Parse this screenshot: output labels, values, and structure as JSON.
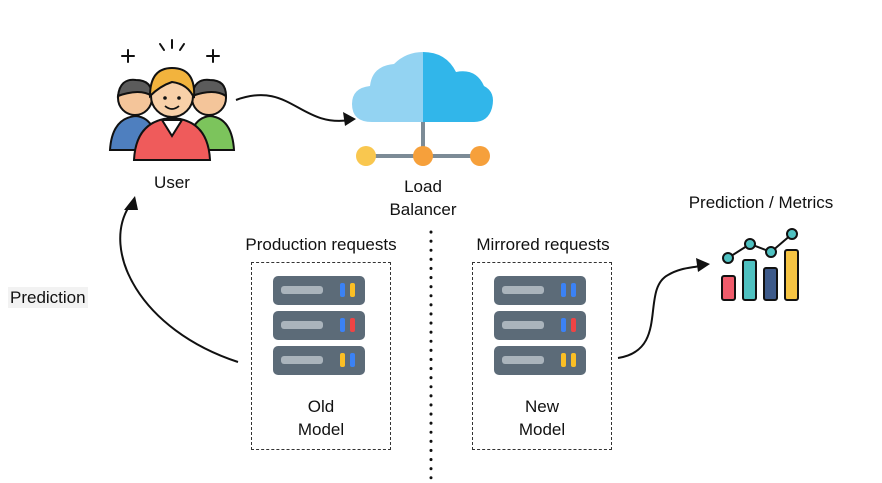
{
  "user": {
    "label": "User",
    "icon": "people-group-icon"
  },
  "load_balancer": {
    "label_line1": "Load",
    "label_line2": "Balancer",
    "icon": "cloud-network-icon"
  },
  "divider": {
    "style": "dotted"
  },
  "production": {
    "caption": "Production requests",
    "model_line1": "Old",
    "model_line2": "Model",
    "icon": "server-rack-icon"
  },
  "mirrored": {
    "caption": "Mirrored requests",
    "model_line1": "New",
    "model_line2": "Model",
    "icon": "server-rack-icon"
  },
  "metrics": {
    "label": "Prediction / Metrics",
    "icon": "bar-line-chart-icon"
  },
  "prediction_edge": {
    "label": "Prediction"
  },
  "colors": {
    "cloud_left": "#93d3f2",
    "cloud_right": "#31b6ea",
    "node_yellow": "#f9c74f",
    "node_orange": "#f6a03b",
    "server_body": "#5c6b78",
    "server_slot": "#aab4bc",
    "led_blue": "#3b82f6",
    "led_yellow": "#fbbf24",
    "led_red": "#ef4444",
    "chart_red": "#ef5b6b",
    "chart_teal": "#4fc1c1",
    "chart_navy": "#3d5a8a",
    "chart_yellow": "#f6c443"
  }
}
